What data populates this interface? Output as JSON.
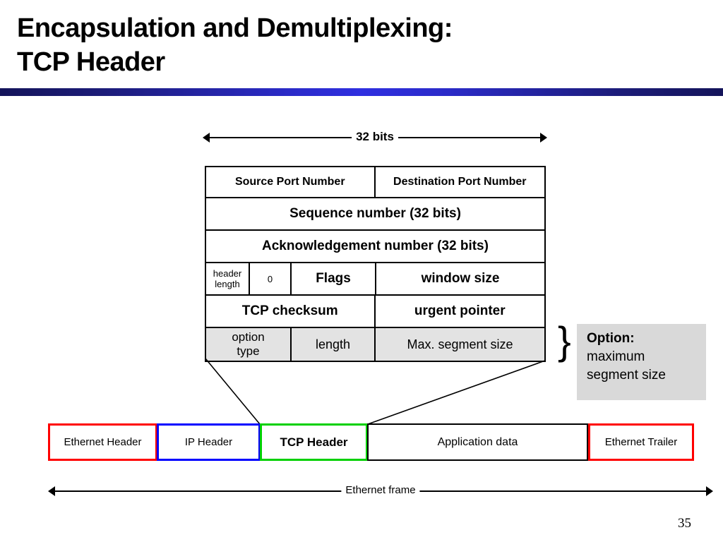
{
  "slide": {
    "title_line1": "Encapsulation and Demultiplexing:",
    "title_line2": "TCP Header",
    "page_number": "35",
    "accent_color": "#2b2bc8"
  },
  "width_arrow": {
    "label": "32 bits"
  },
  "tcp_header_table": {
    "rows": [
      {
        "cells": [
          {
            "label": "Source Port Number",
            "style": "bold"
          },
          {
            "label": "Destination Port Number",
            "style": "bold"
          }
        ]
      },
      {
        "cells": [
          {
            "label": "Sequence number (32 bits)",
            "style": "bold"
          }
        ]
      },
      {
        "cells": [
          {
            "label": "Acknowledgement number (32 bits)",
            "style": "bold"
          }
        ]
      },
      {
        "cells": [
          {
            "label": "header length",
            "style": "small"
          },
          {
            "label": "0",
            "style": "small"
          },
          {
            "label": "Flags",
            "style": "bold"
          },
          {
            "label": "window size",
            "style": "bold"
          }
        ]
      },
      {
        "cells": [
          {
            "label": "TCP checksum",
            "style": "bold"
          },
          {
            "label": "urgent pointer",
            "style": "bold"
          }
        ]
      },
      {
        "cells": [
          {
            "label": "option type",
            "style": "regular"
          },
          {
            "label": "length",
            "style": "regular"
          },
          {
            "label": "Max. segment size",
            "style": "regular"
          }
        ]
      }
    ],
    "header_length_line1": "header",
    "header_length_line2": "length",
    "option_type_line1": "option",
    "option_type_line2": "type",
    "option_row_background": "#e3e3e3"
  },
  "option_callout": {
    "brace": "}",
    "title": "Option:",
    "line1": "maximum",
    "line2": "segment size",
    "background": "#d9d9d9"
  },
  "ethernet_frame": {
    "boxes": [
      {
        "label": "Ethernet Header",
        "border_color": "#ff0000"
      },
      {
        "label": "IP Header",
        "border_color": "#0000ff"
      },
      {
        "label": "TCP Header",
        "border_color": "#00d000"
      },
      {
        "label": "Application data",
        "border_color": "#000000"
      },
      {
        "label": "Ethernet Trailer",
        "border_color": "#ff0000"
      }
    ],
    "span_label": "Ethernet frame"
  }
}
